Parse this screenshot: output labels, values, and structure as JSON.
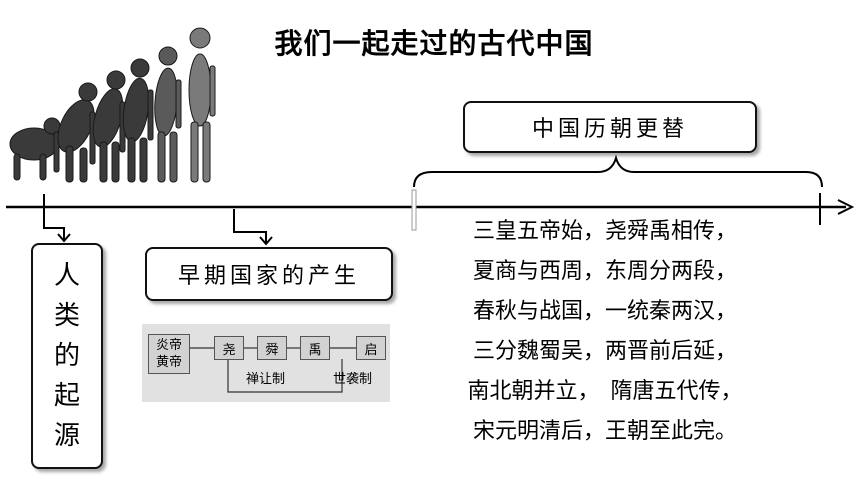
{
  "title": "我们一起走过的古代中国",
  "boxes": {
    "dynasties": "中国历朝更替",
    "early_states": "早期国家的产生",
    "human_origin_chars": [
      "人",
      "类",
      "的",
      "起",
      "源"
    ]
  },
  "lineage": {
    "emperors": [
      "炎帝",
      "黄帝"
    ],
    "rulers": [
      "尧",
      "舜",
      "禹",
      "启"
    ],
    "labels": {
      "abdication": "禅让制",
      "hereditary": "世袭制"
    }
  },
  "poem": [
    "三皇五帝始，尧舜禹相传，",
    "夏商与西周，东周分两段，",
    "春秋与战国，一统秦两汉，",
    "三分魏蜀吴，两晋前后延，",
    "南北朝并立，　隋唐五代传，",
    "宋元明清后，王朝至此完。"
  ],
  "icons": {
    "evolution": "human-evolution-illustration"
  }
}
